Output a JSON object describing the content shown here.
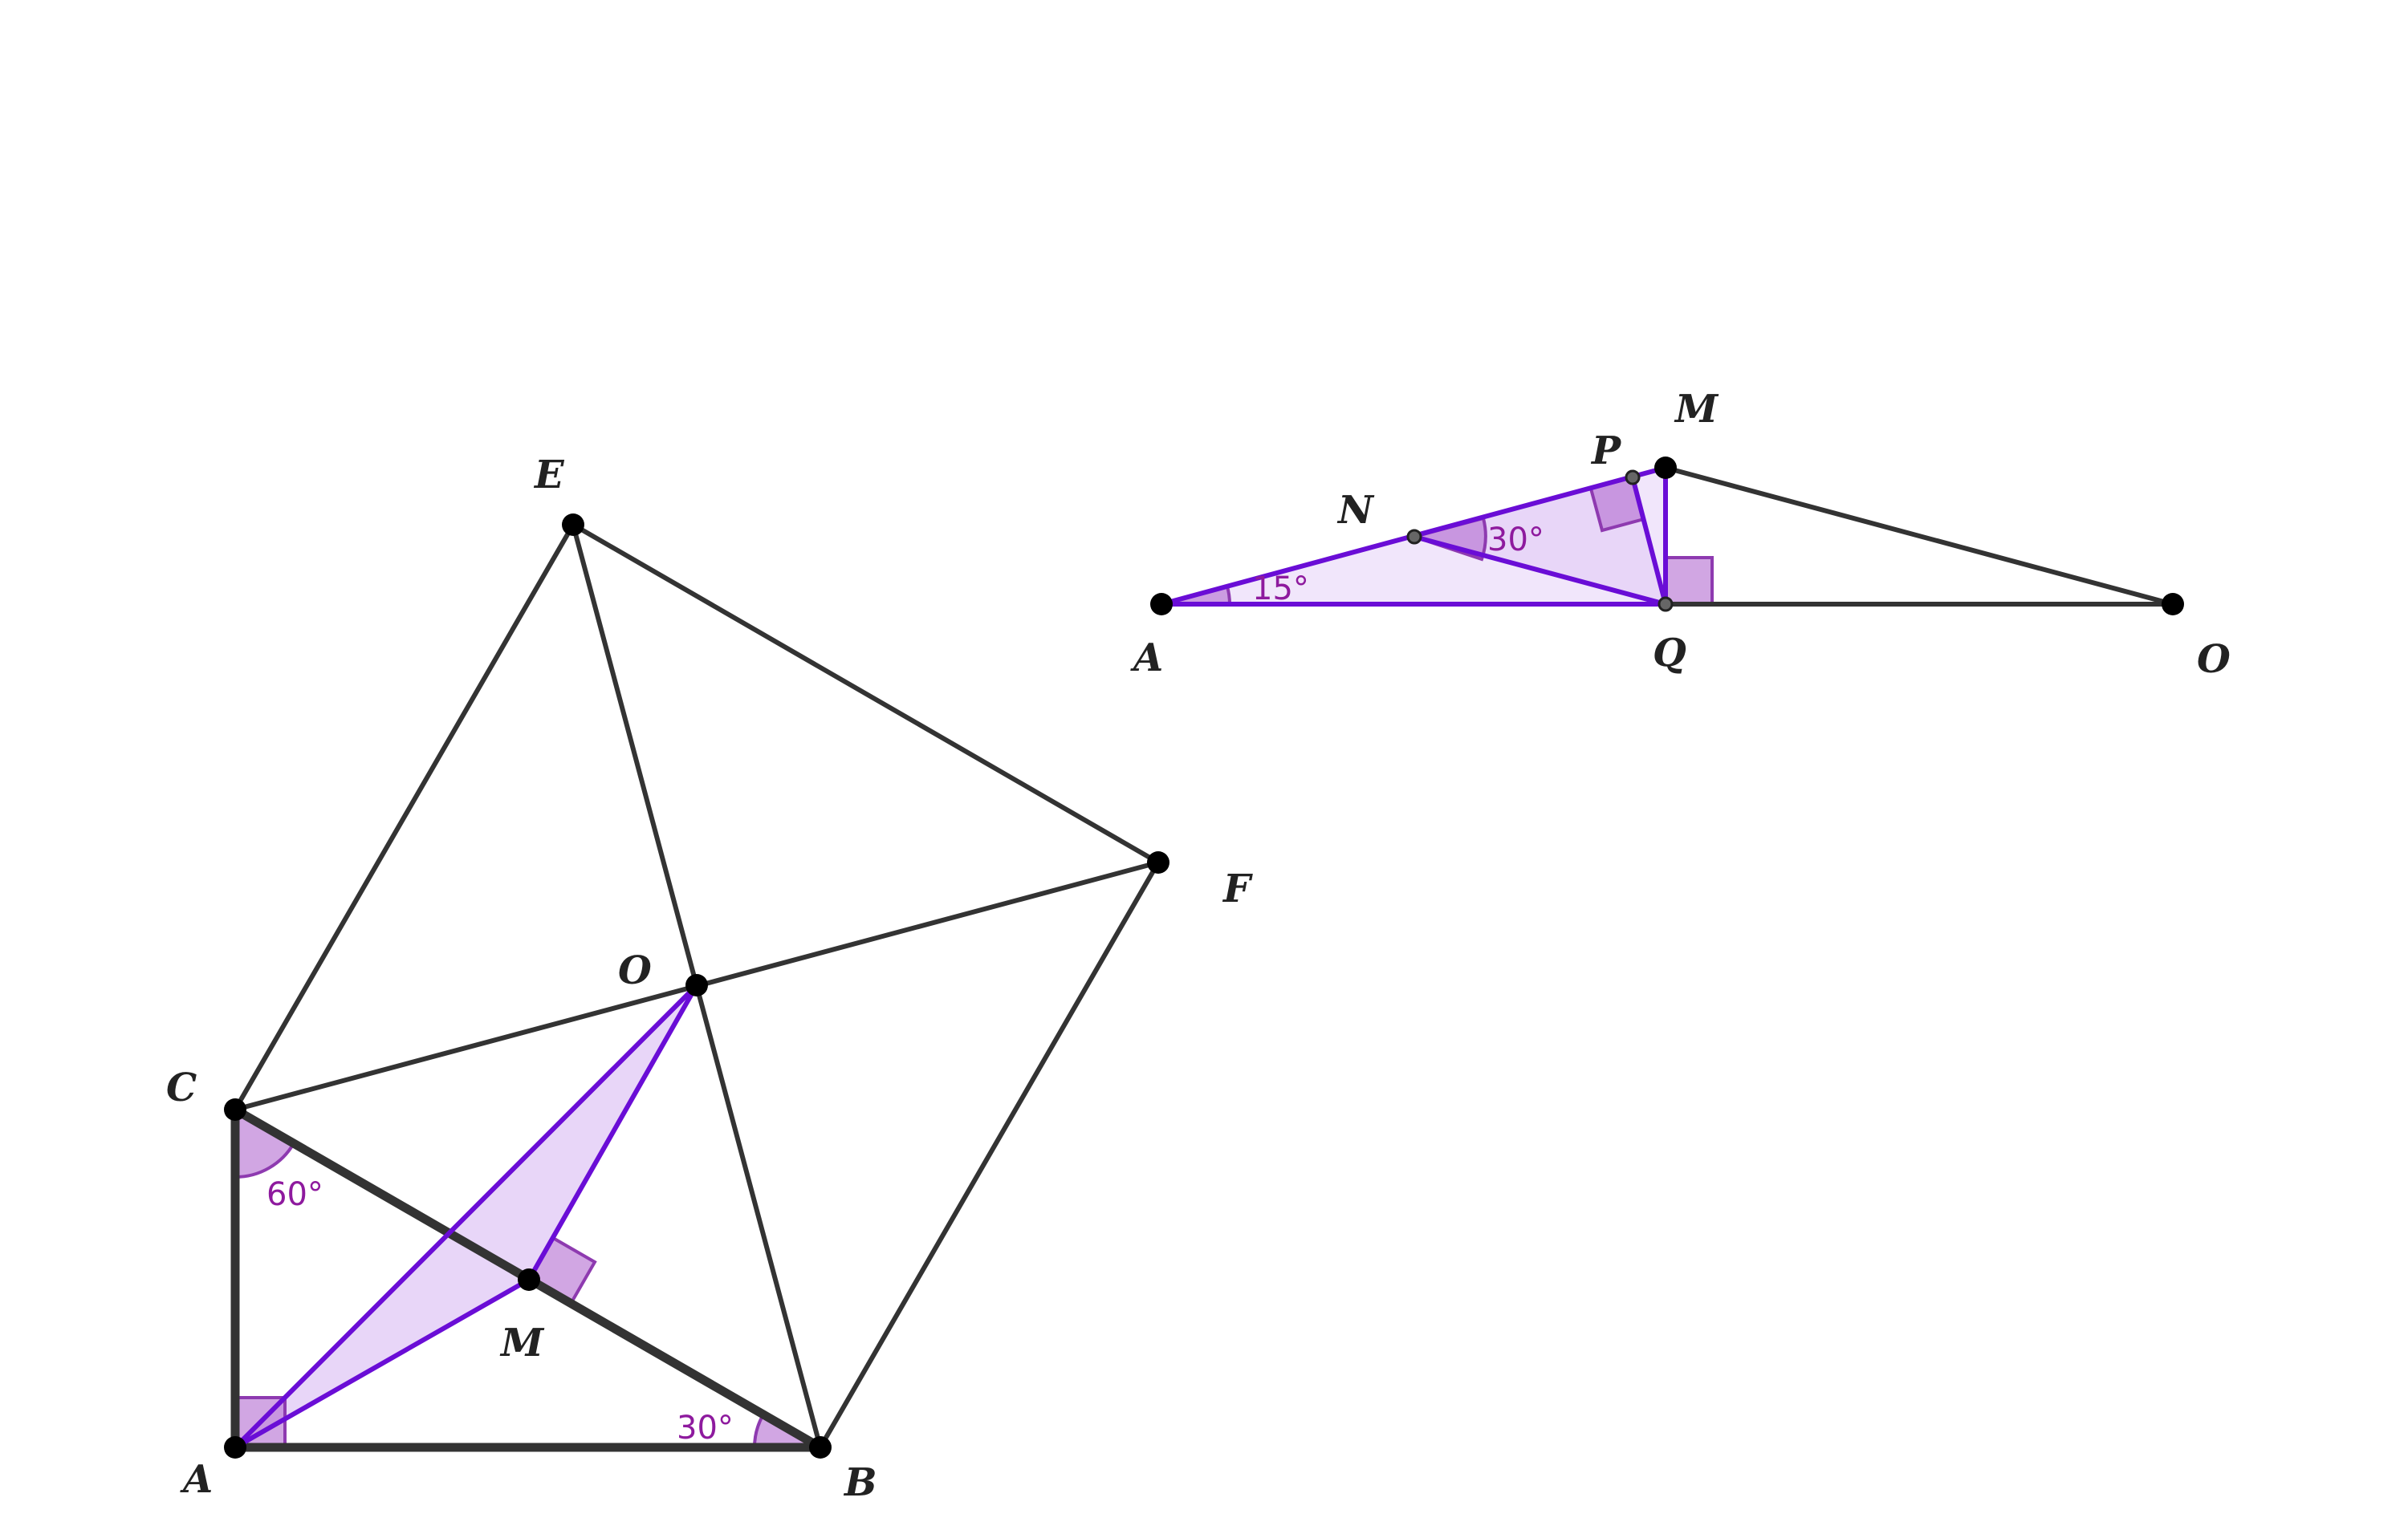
{
  "figure_left": {
    "points": {
      "A": {
        "label": "A"
      },
      "B": {
        "label": "B"
      },
      "C": {
        "label": "C"
      },
      "E": {
        "label": "E"
      },
      "F": {
        "label": "F"
      },
      "O": {
        "label": "O"
      },
      "M": {
        "label": "M"
      }
    },
    "angle_labels": {
      "C": "60°",
      "B": "30°"
    }
  },
  "figure_right": {
    "points": {
      "A": {
        "label": "A"
      },
      "N": {
        "label": "N"
      },
      "P": {
        "label": "P"
      },
      "M": {
        "label": "M"
      },
      "Q": {
        "label": "Q"
      },
      "O": {
        "label": "O"
      }
    },
    "angle_labels": {
      "A": "15°",
      "N": "30°"
    }
  },
  "colors": {
    "segment": "#333333",
    "highlight_segment": "#6a0dd6",
    "highlight_fill": "#e6d2f7",
    "angle_mark": "#b36ad1",
    "angle_text": "#8e1a9e"
  }
}
